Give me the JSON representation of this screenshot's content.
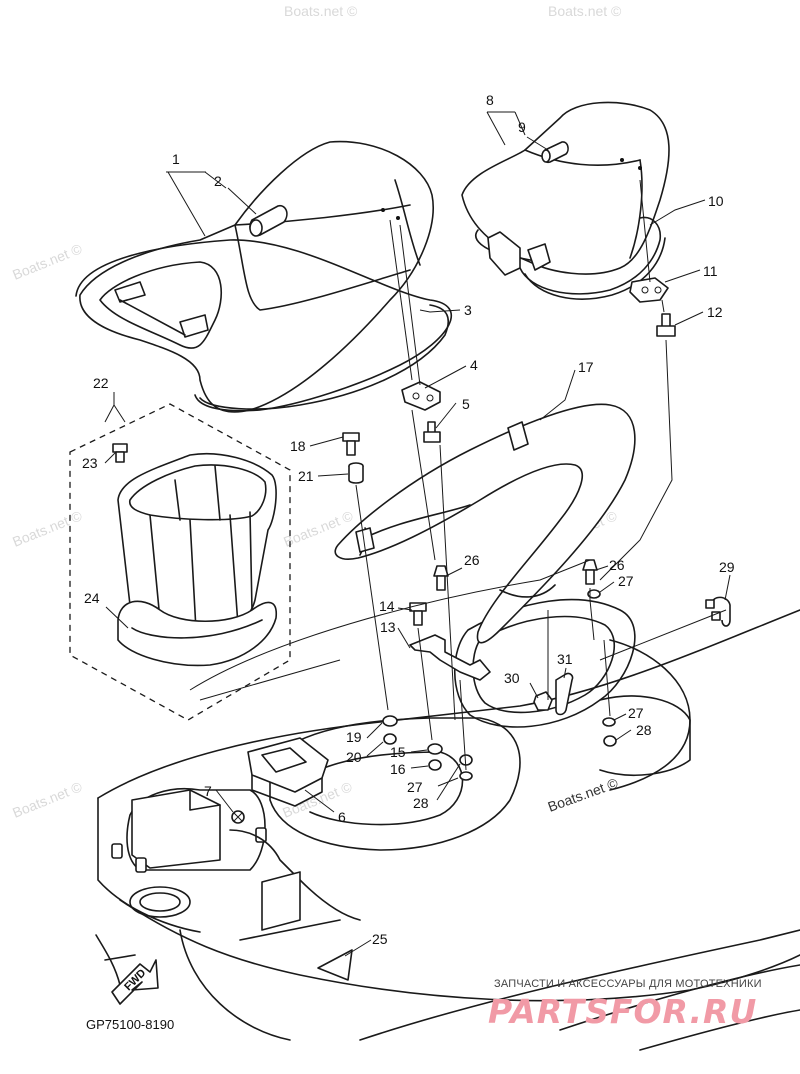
{
  "diagram_code": "GP75100-8190",
  "watermark": "Boats.net ©",
  "fwd_label": "FWD",
  "brand": {
    "tagline": "ЗАПЧАСТИ И АКСЕССУАРЫ ДЛЯ МОТОТЕХНИКИ",
    "logo_text": "PARTSFOR.RU",
    "logo_color": "#f19aa6"
  },
  "callouts": {
    "n1": "1",
    "n2": "2",
    "n3": "3",
    "n4": "4",
    "n5": "5",
    "n6": "6",
    "n7": "7",
    "n8": "8",
    "n9": "9",
    "n10": "10",
    "n11": "11",
    "n12": "12",
    "n13": "13",
    "n14": "14",
    "n15": "15",
    "n16": "16",
    "n17": "17",
    "n18": "18",
    "n19": "19",
    "n20": "20",
    "n21": "21",
    "n22": "22",
    "n23": "23",
    "n24": "24",
    "n25": "25",
    "n26a": "26",
    "n26b": "26",
    "n27a": "27",
    "n27b": "27",
    "n27c": "27",
    "n28a": "28",
    "n28b": "28",
    "n29": "29",
    "n30": "30",
    "n31": "31"
  }
}
